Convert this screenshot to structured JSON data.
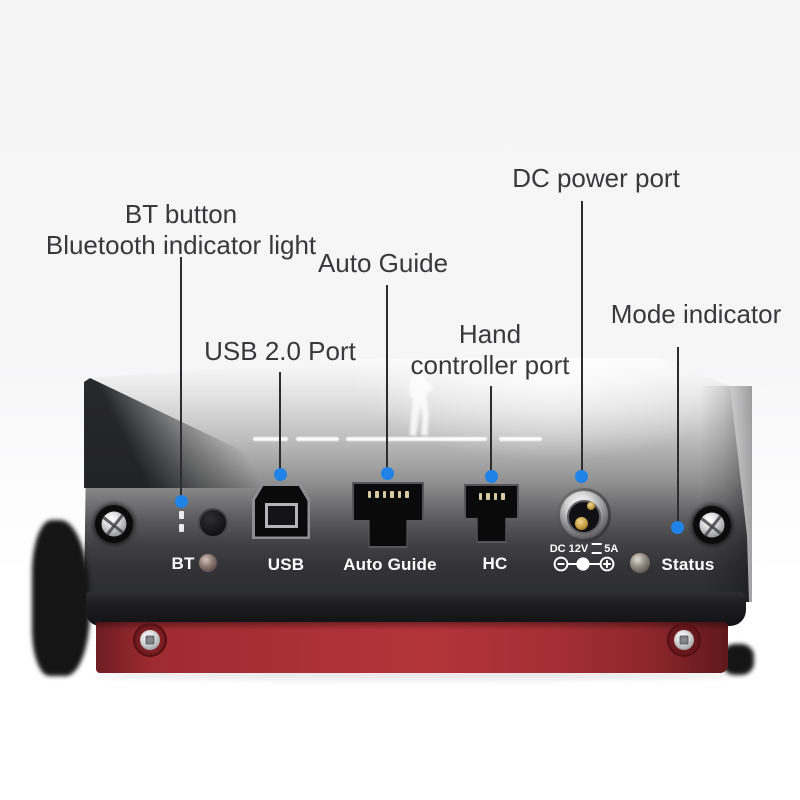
{
  "figure_type": "hardware-port-annotation-diagram",
  "accent_blue": "#1e82e6",
  "body_red": "#a93036",
  "panel_dark": "#2a2b2d",
  "callouts": [
    {
      "id": "bt",
      "lines": [
        "BT button",
        "Bluetooth indicator light"
      ]
    },
    {
      "id": "usb",
      "lines": [
        "USB 2.0 Port"
      ]
    },
    {
      "id": "autoguide",
      "lines": [
        "Auto Guide"
      ]
    },
    {
      "id": "hc",
      "lines": [
        "Hand",
        "controller port"
      ]
    },
    {
      "id": "dc",
      "lines": [
        "DC power port"
      ]
    },
    {
      "id": "mode",
      "lines": [
        "Mode indicator"
      ]
    }
  ],
  "panel_labels": {
    "bt": "BT",
    "usb": "USB",
    "autoguide": "Auto Guide",
    "hc": "HC",
    "status": "Status",
    "dc_spec_prefix": "DC 12V",
    "dc_spec_suffix": "5A"
  },
  "icons": {
    "polarity": "center-positive-polarity-icon",
    "dc_symbol": "direct-current-symbol",
    "watermark": "person-silhouette-watermark"
  }
}
